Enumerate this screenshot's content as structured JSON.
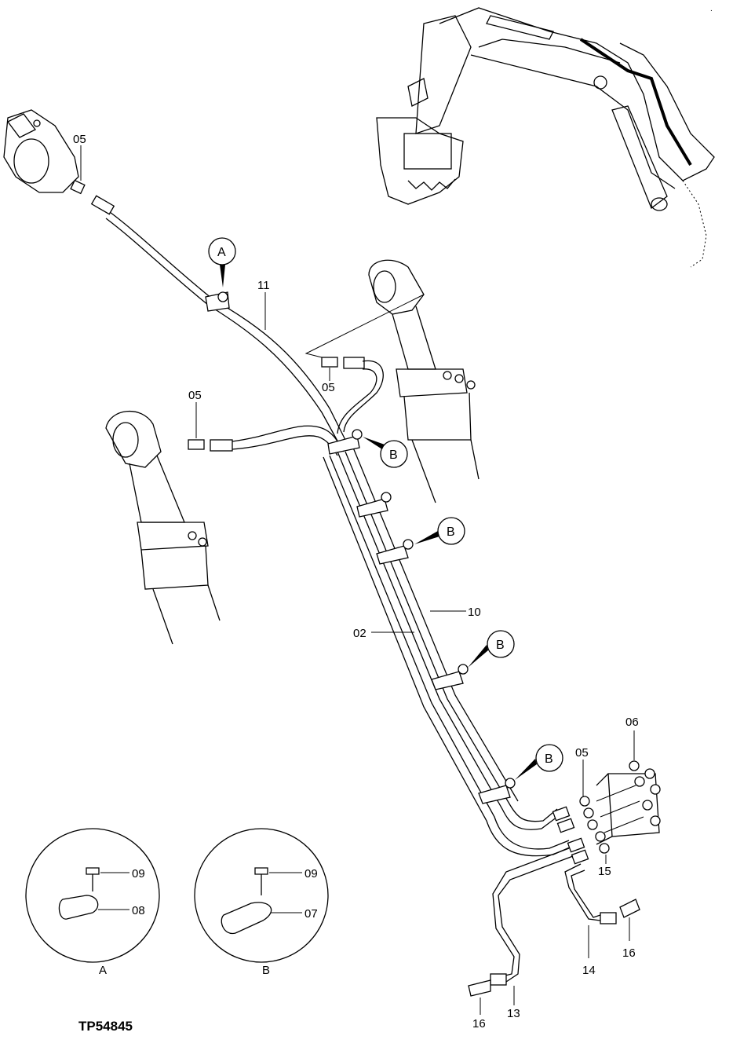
{
  "figure_code": "TP54845",
  "callouts": {
    "A": "A",
    "B": "B"
  },
  "part_labels": {
    "p02": "02",
    "p05_a": "05",
    "p05_b": "05",
    "p05_c": "05",
    "p05_d": "05",
    "p06": "06",
    "p07": "07",
    "p08": "08",
    "p09_a": "09",
    "p09_b": "09",
    "p10": "10",
    "p11": "11",
    "p13": "13",
    "p14": "14",
    "p15": "15",
    "p16_a": "16",
    "p16_b": "16"
  },
  "detail_views": {
    "A": "A",
    "B": "B"
  }
}
